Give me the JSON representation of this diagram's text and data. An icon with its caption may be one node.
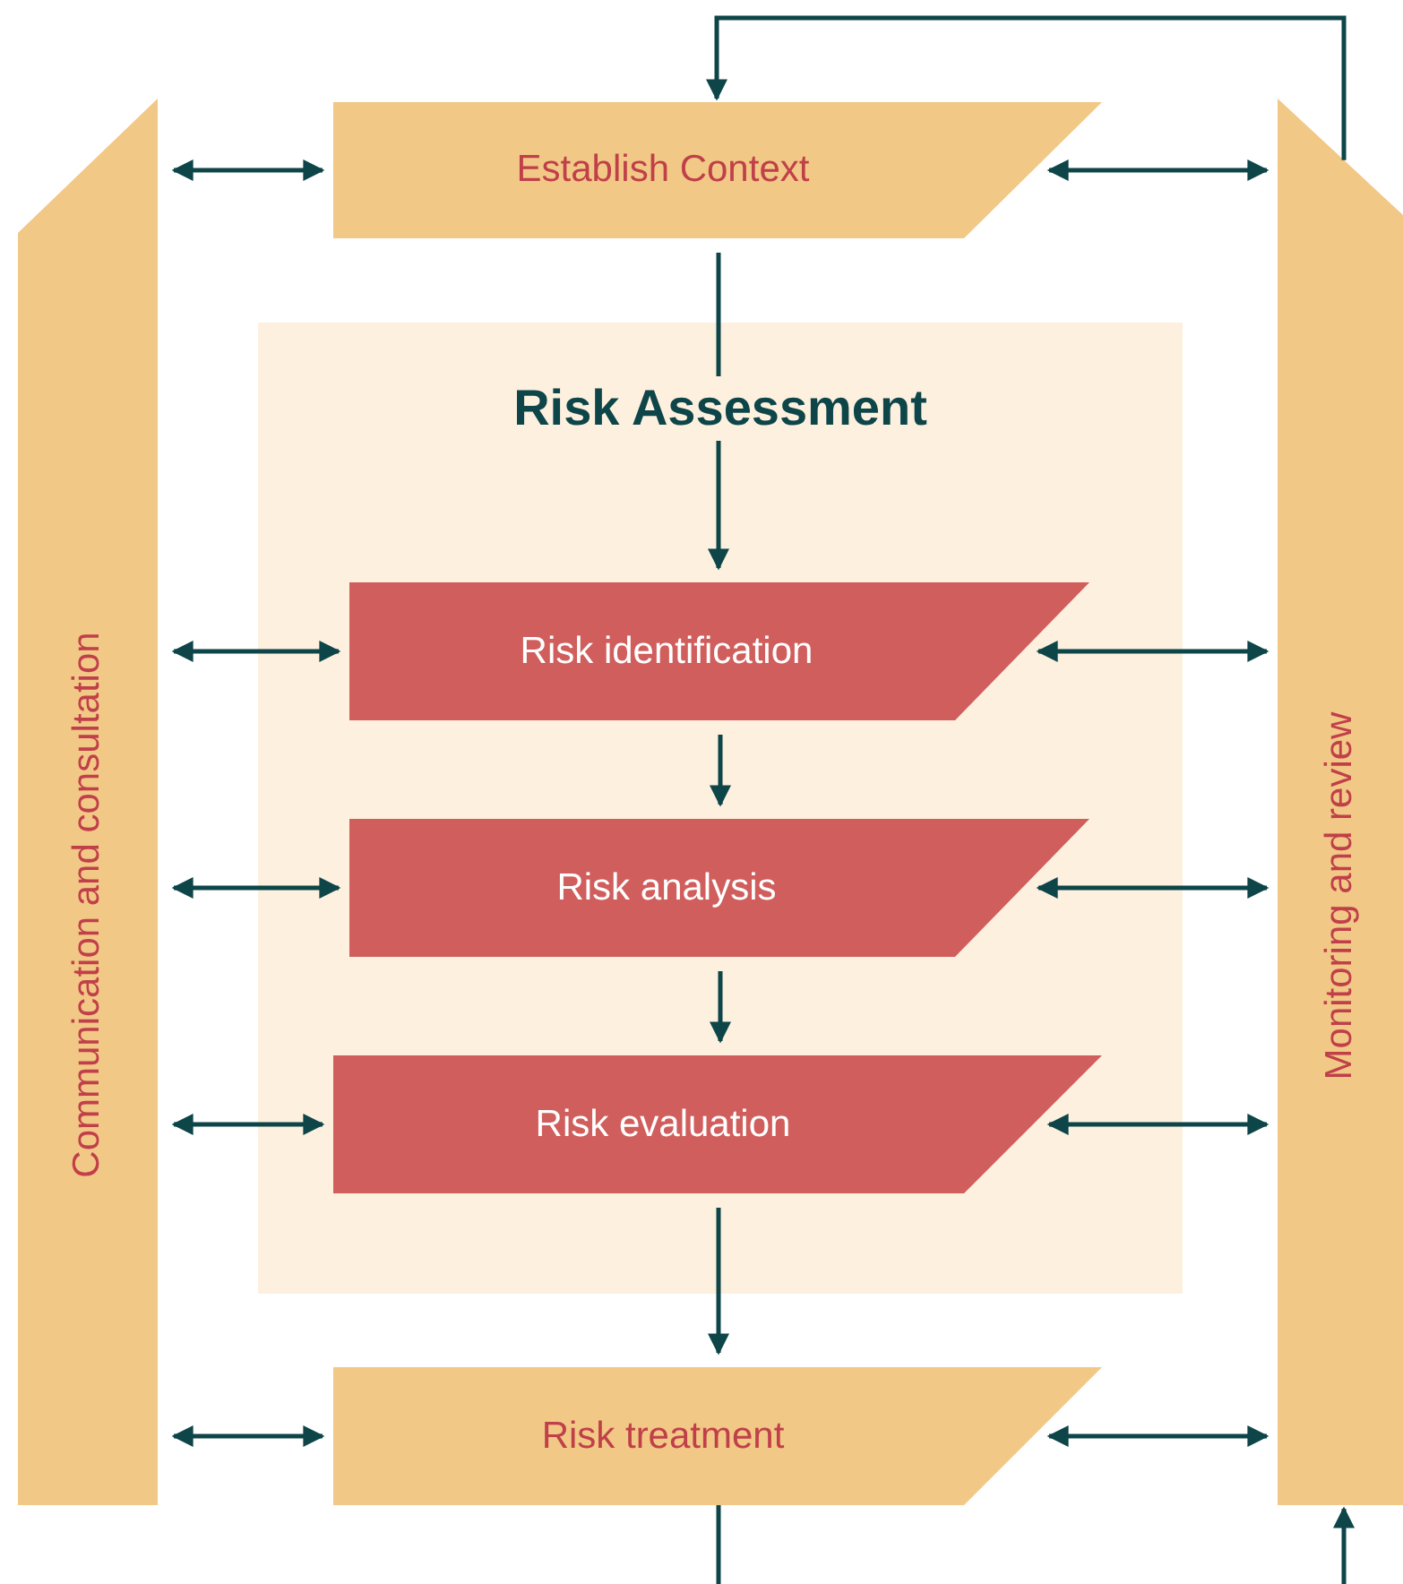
{
  "diagram": {
    "nodes": [
      {
        "text": [
          "Communication and consultation"
        ]
      },
      {
        "text": [
          "Monitoring and review"
        ]
      },
      {
        "text": [
          "Establish Context"
        ]
      },
      {
        "text": [
          "Risk Assessment"
        ]
      },
      {
        "text": [
          "Risk identification"
        ],
        "in": 3
      },
      {
        "text": [
          "Risk analysis"
        ],
        "in": 3
      },
      {
        "text": [
          "Risk evaluation"
        ],
        "in": 3
      },
      {
        "text": [
          "Risk treatment"
        ]
      }
    ],
    "edges": [
      {
        "from": 1,
        "to": 2,
        "arrow": "to"
      },
      {
        "from": 0,
        "to": 2,
        "arrow": "both"
      },
      {
        "from": 2,
        "to": 1,
        "arrow": "both"
      },
      {
        "from": 2,
        "to": 4,
        "arrow": "to"
      },
      {
        "from": 0,
        "to": 4,
        "arrow": "both"
      },
      {
        "from": 4,
        "to": 1,
        "arrow": "both"
      },
      {
        "from": 4,
        "to": 5,
        "arrow": "to"
      },
      {
        "from": 0,
        "to": 5,
        "arrow": "both"
      },
      {
        "from": 5,
        "to": 1,
        "arrow": "both"
      },
      {
        "from": 5,
        "to": 6,
        "arrow": "to"
      },
      {
        "from": 0,
        "to": 6,
        "arrow": "both"
      },
      {
        "from": 6,
        "to": 1,
        "arrow": "both"
      },
      {
        "from": 6,
        "to": 7,
        "arrow": "to"
      },
      {
        "from": 0,
        "to": 7,
        "arrow": "both"
      },
      {
        "from": 7,
        "to": 1,
        "arrow": "both"
      },
      {
        "from": 7,
        "to": null,
        "arrow": "none"
      },
      {
        "from": null,
        "to": 1,
        "arrow": "to"
      }
    ]
  }
}
